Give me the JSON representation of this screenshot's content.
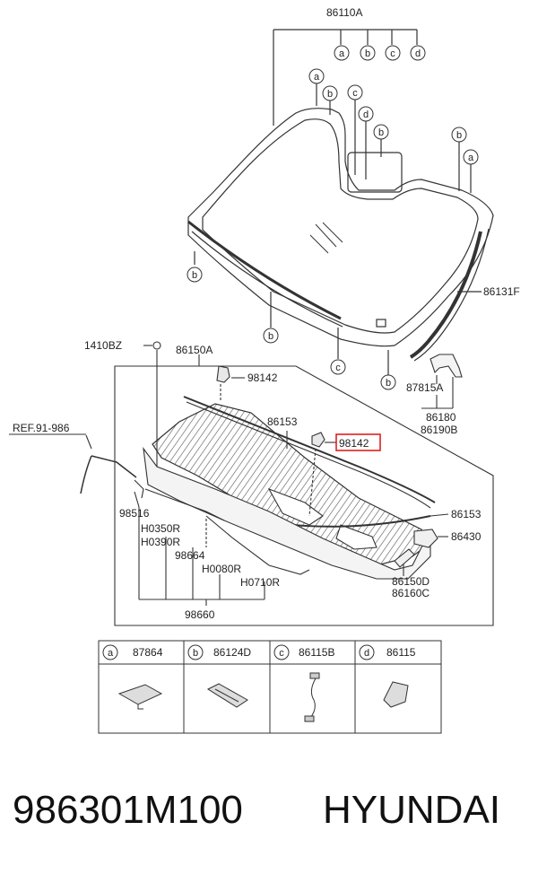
{
  "callouts": {
    "p86110A": "86110A",
    "p86131F": "86131F",
    "p1410BZ": "1410BZ",
    "p86150A": "86150A",
    "p98142_top": "98142",
    "p86153_top": "86153",
    "p98142_highlight": "98142",
    "ref": "REF.91-986",
    "p98516": "98516",
    "pH0350R": "H0350R",
    "pH0390R": "H0390R",
    "p98664": "98664",
    "pH0080R": "H0080R",
    "pH0710R": "H0710R",
    "p98660": "98660",
    "p86153_bottom": "86153",
    "p86430": "86430",
    "p86150D": "86150D",
    "p86160C": "86160C",
    "p87815A": "87815A",
    "p86180": "86180",
    "p86190B": "86190B"
  },
  "markers": {
    "a": "a",
    "b": "b",
    "c": "c",
    "d": "d"
  },
  "legend": [
    {
      "letter": "a",
      "part": "87864"
    },
    {
      "letter": "b",
      "part": "86124D"
    },
    {
      "letter": "c",
      "part": "86115B"
    },
    {
      "letter": "d",
      "part": "86115"
    }
  ],
  "footer": {
    "part_number": "986301M100",
    "brand": "HYUNDAI"
  },
  "colors": {
    "highlight": "#e02020",
    "line": "#333333"
  }
}
